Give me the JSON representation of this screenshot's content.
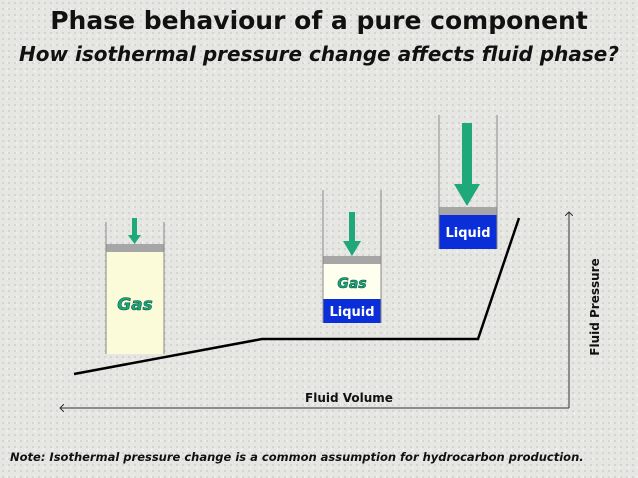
{
  "title": "Phase behaviour of a pure component",
  "subtitle": "How isothermal pressure change affects fluid phase?",
  "labels": {
    "gas": "Gas",
    "liquid": "Liquid"
  },
  "axes": {
    "x_label": "Fluid Volume",
    "y_label": "Fluid Pressure"
  },
  "note": "Note: Isothermal pressure change is a common assumption for hydrocarbon production.",
  "colors": {
    "gas_fill": "#fbfbd9",
    "liquid_fill": "#0a2fd9",
    "gas_vapor_fill": "#fffff0",
    "piston": "#a6a6a6",
    "arrow": "#1fa87a",
    "curve": "#000000"
  }
}
